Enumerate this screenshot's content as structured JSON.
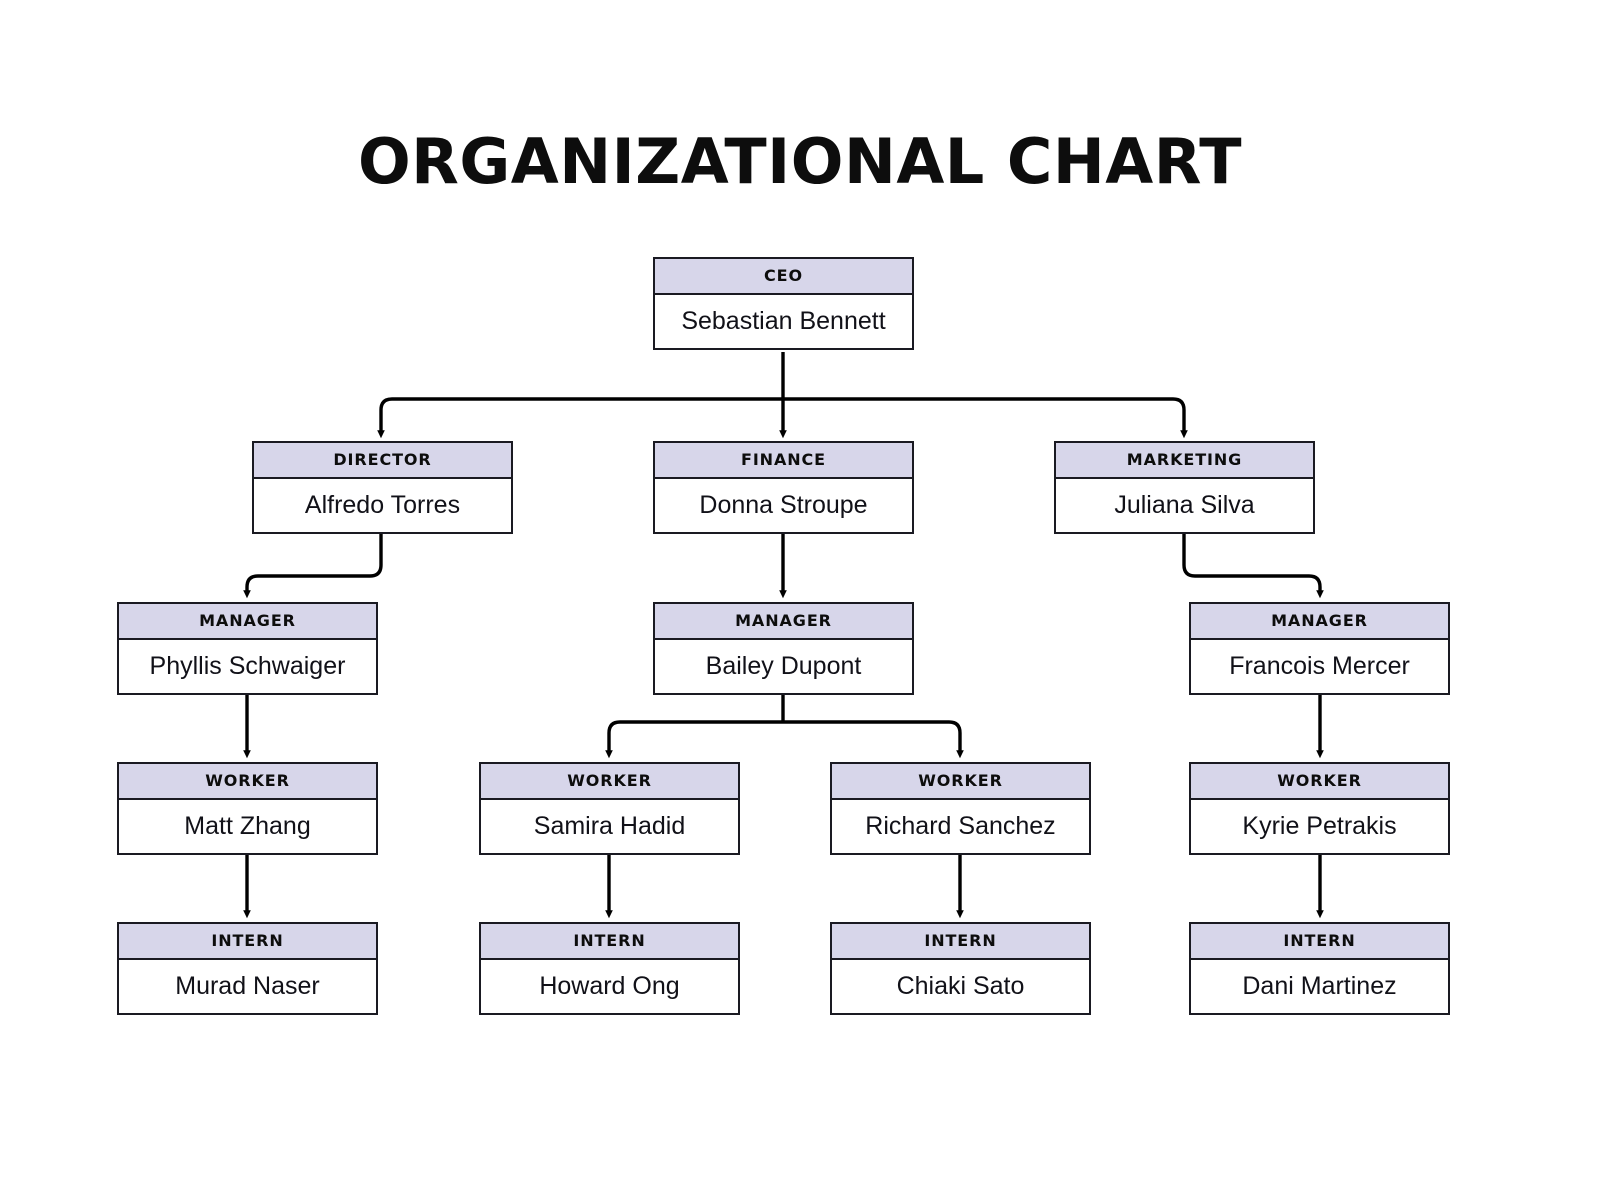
{
  "title": "ORGANIZATIONAL CHART",
  "theme": {
    "background": "#ffffff",
    "header_fill": "#d7d6ea",
    "body_fill": "#ffffff",
    "border": "#1a1a22",
    "text": "#0d0d0d",
    "connector": "#000000"
  },
  "nodes": {
    "ceo": {
      "role": "CEO",
      "person": "Sebastian Bennett"
    },
    "director": {
      "role": "DIRECTOR",
      "person": "Alfredo Torres"
    },
    "finance": {
      "role": "FINANCE",
      "person": "Donna Stroupe"
    },
    "marketing": {
      "role": "MARKETING",
      "person": "Juliana Silva"
    },
    "manager1": {
      "role": "MANAGER",
      "person": "Phyllis Schwaiger"
    },
    "manager2": {
      "role": "MANAGER",
      "person": "Bailey Dupont"
    },
    "manager3": {
      "role": "MANAGER",
      "person": "Francois Mercer"
    },
    "worker1": {
      "role": "WORKER",
      "person": "Matt Zhang"
    },
    "worker2": {
      "role": "WORKER",
      "person": "Samira Hadid"
    },
    "worker3": {
      "role": "WORKER",
      "person": "Richard Sanchez"
    },
    "worker4": {
      "role": "WORKER",
      "person": "Kyrie Petrakis"
    },
    "intern1": {
      "role": "INTERN",
      "person": "Murad Naser"
    },
    "intern2": {
      "role": "INTERN",
      "person": "Howard Ong"
    },
    "intern3": {
      "role": "INTERN",
      "person": "Chiaki Sato"
    },
    "intern4": {
      "role": "INTERN",
      "person": "Dani Martinez"
    }
  },
  "hierarchy": {
    "root": "ceo",
    "edges": [
      {
        "from": "ceo",
        "to": "director"
      },
      {
        "from": "ceo",
        "to": "finance"
      },
      {
        "from": "ceo",
        "to": "marketing"
      },
      {
        "from": "director",
        "to": "manager1"
      },
      {
        "from": "finance",
        "to": "manager2"
      },
      {
        "from": "marketing",
        "to": "manager3"
      },
      {
        "from": "manager1",
        "to": "worker1"
      },
      {
        "from": "manager2",
        "to": "worker2"
      },
      {
        "from": "manager2",
        "to": "worker3"
      },
      {
        "from": "manager3",
        "to": "worker4"
      },
      {
        "from": "worker1",
        "to": "intern1"
      },
      {
        "from": "worker2",
        "to": "intern2"
      },
      {
        "from": "worker3",
        "to": "intern3"
      },
      {
        "from": "worker4",
        "to": "intern4"
      }
    ]
  }
}
